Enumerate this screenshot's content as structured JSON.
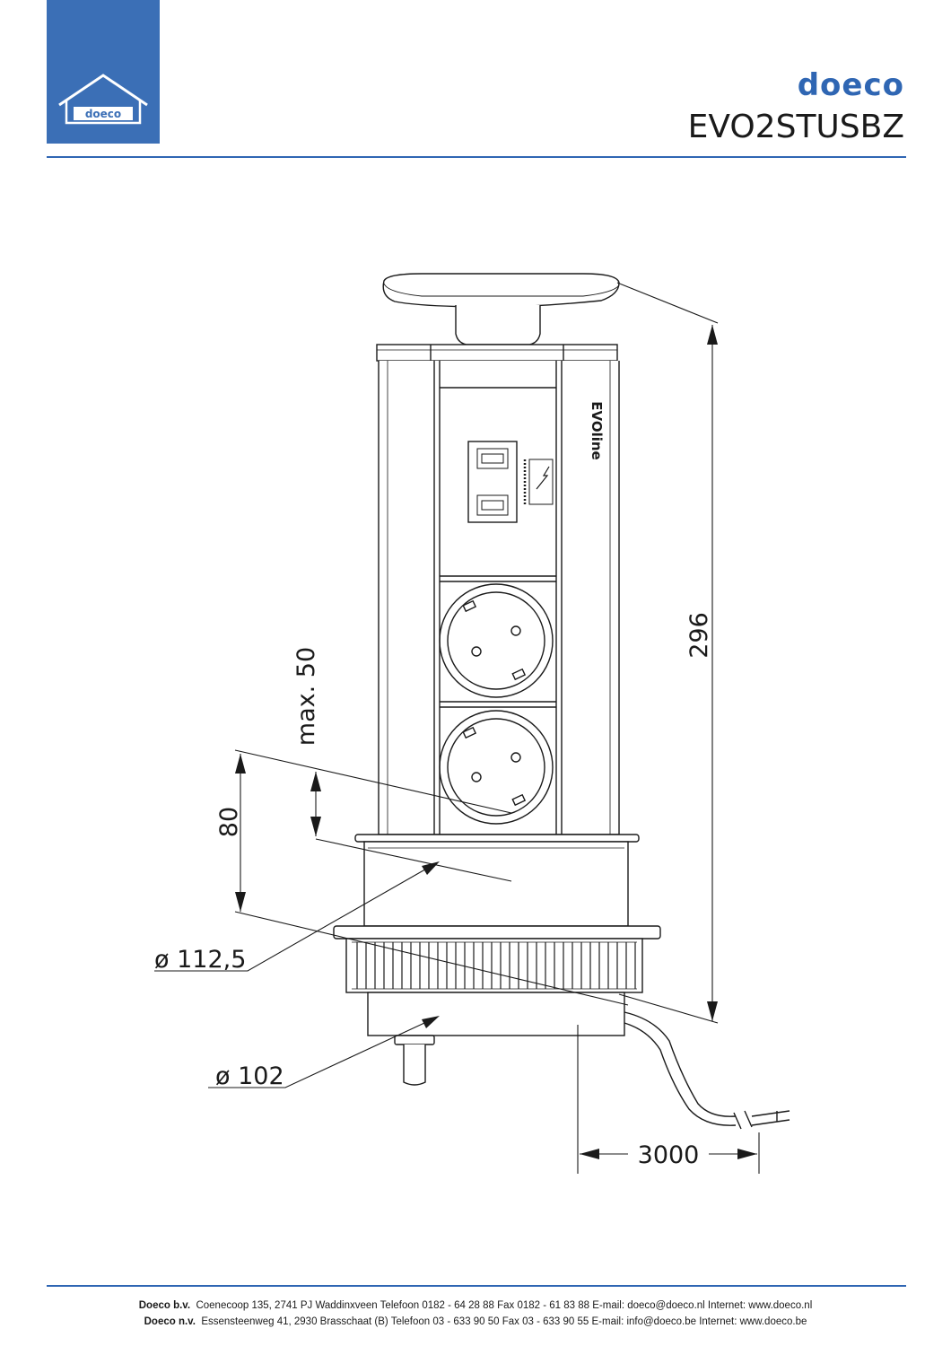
{
  "header": {
    "logo_text": "doeco",
    "brand": "doeco",
    "model": "EVO2STUSBZ"
  },
  "drawing": {
    "unit_label": "EVOline",
    "dimensions": {
      "height": "296",
      "max": "max. 50",
      "depth": "80",
      "diameter_outer": "ø 112,5",
      "diameter_inner": "ø 102",
      "cable": "3000"
    }
  },
  "footer": {
    "line1_company": "Doeco b.v.",
    "line1_text": "Coenecoop 135,   2741 PJ  Waddinxveen   Telefoon 0182 - 64 28 88   Fax 0182 - 61 83 88   E-mail: doeco@doeco.nl   Internet: www.doeco.nl",
    "line2_company": "Doeco n.v.",
    "line2_text": "Essensteenweg 41, 2930  Brasschaat (B)  Telefoon 03 - 633 90 50  Fax 03 - 633 90 55  E-mail: info@doeco.be   Internet: www.doeco.be"
  },
  "colors": {
    "brand_blue": "#2f66b3",
    "logo_blue": "#3b6fb6"
  }
}
